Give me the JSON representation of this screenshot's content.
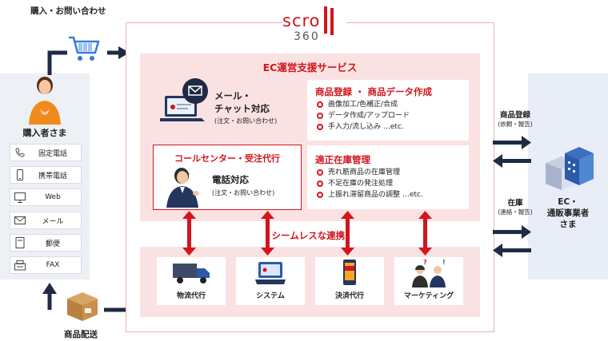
{
  "logo": {
    "text": "scro",
    "number": "360"
  },
  "labels": {
    "purchase_inquiry": "購入・お問い合わせ",
    "shipping": "商品配送",
    "customer": "購入者さま",
    "ec_service": "EC運営支援サービス",
    "seamless": "シームレスな連携!",
    "registration": "商品登録",
    "registration_sub": "(依頼・報告)",
    "inventory": "在庫",
    "inventory_sub": "(連絡・報告)",
    "business_line1": "EC・",
    "business_line2": "通販事業者",
    "business_line3": "さま"
  },
  "channels": [
    {
      "icon": "phone-icon",
      "label": "固定電話"
    },
    {
      "icon": "mobile-icon",
      "label": "携帯電話"
    },
    {
      "icon": "monitor-icon",
      "label": "Web"
    },
    {
      "icon": "mail-icon",
      "label": "メール"
    },
    {
      "icon": "post-icon",
      "label": "郵便"
    },
    {
      "icon": "fax-icon",
      "label": "FAX"
    }
  ],
  "mail_chat": {
    "line1": "メール・",
    "line2": "チャット対応",
    "sub": "(注文・お問い合わせ)"
  },
  "call_center": {
    "title": "コールセンター・受注代行",
    "line1": "電話対応",
    "sub": "(注文・お問い合わせ)"
  },
  "product_data": {
    "title": "商品登録 ・ 商品データ作成",
    "items": [
      "画像加工/色補正/合成",
      "データ作成/アップロード",
      "手入力/流し込み …etc."
    ]
  },
  "inventory_mgmt": {
    "title": "適正在庫管理",
    "items": [
      "売れ筋商品の在庫管理",
      "不足在庫の発注処理",
      "上振れ滞留商品の調整 …etc."
    ]
  },
  "services": [
    "物流代行",
    "システム",
    "決済代行",
    "マーケティング"
  ],
  "colors": {
    "red": "#d3151d",
    "navy": "#1f2a44",
    "blue": "#2a5aa8",
    "pink_bg": "#fbe2e2"
  }
}
